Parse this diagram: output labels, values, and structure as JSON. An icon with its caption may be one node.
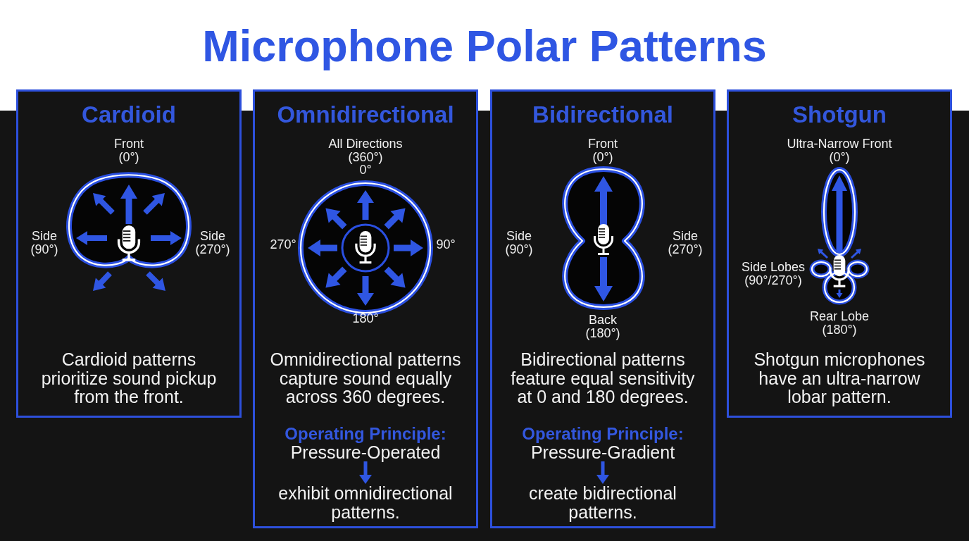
{
  "diagram": {
    "title": "Microphone Polar Patterns",
    "nodes": [
      {
        "text": [
          "Cardioid",
          "Cardioid patterns prioritize sound pickup from the front."
        ]
      },
      {
        "text": [
          "Omnidirectional",
          "Omnidirectional patterns capture sound equally across 360 degrees."
        ]
      },
      {
        "text": [
          "Operating Principle:",
          "Pressure-Operated"
        ],
        "in": 1
      },
      {
        "text": [
          "exhibit omnidirectional patterns."
        ],
        "in": 1
      },
      {
        "text": [
          "Bidirectional",
          "Bidirectional patterns feature equal sensitivity at 0 and 180 degrees."
        ]
      },
      {
        "text": [
          "Operating Principle:",
          "Pressure-Gradient"
        ],
        "in": 4
      },
      {
        "text": [
          "create bidirectional patterns."
        ],
        "in": 4
      },
      {
        "text": [
          "Shotgun",
          "Shotgun microphones have an ultra-narrow lobar pattern."
        ]
      }
    ],
    "edges": [
      {
        "from": 2,
        "to": 3,
        "arrow": "to"
      },
      {
        "from": 5,
        "to": 6,
        "arrow": "to"
      }
    ],
    "labels": [
      "Front (0°)",
      "Side (90°)",
      "Side (270°)",
      "All Directions (360°)",
      "0°",
      "270°",
      "90°",
      "180°",
      "Front (0°)",
      "Side (90°)",
      "Side (270°)",
      "Back (180°)",
      "Ultra-Narrow Front (0°)",
      "Side Lobes (90°/270°)",
      "Rear Lobe (180°)"
    ]
  }
}
